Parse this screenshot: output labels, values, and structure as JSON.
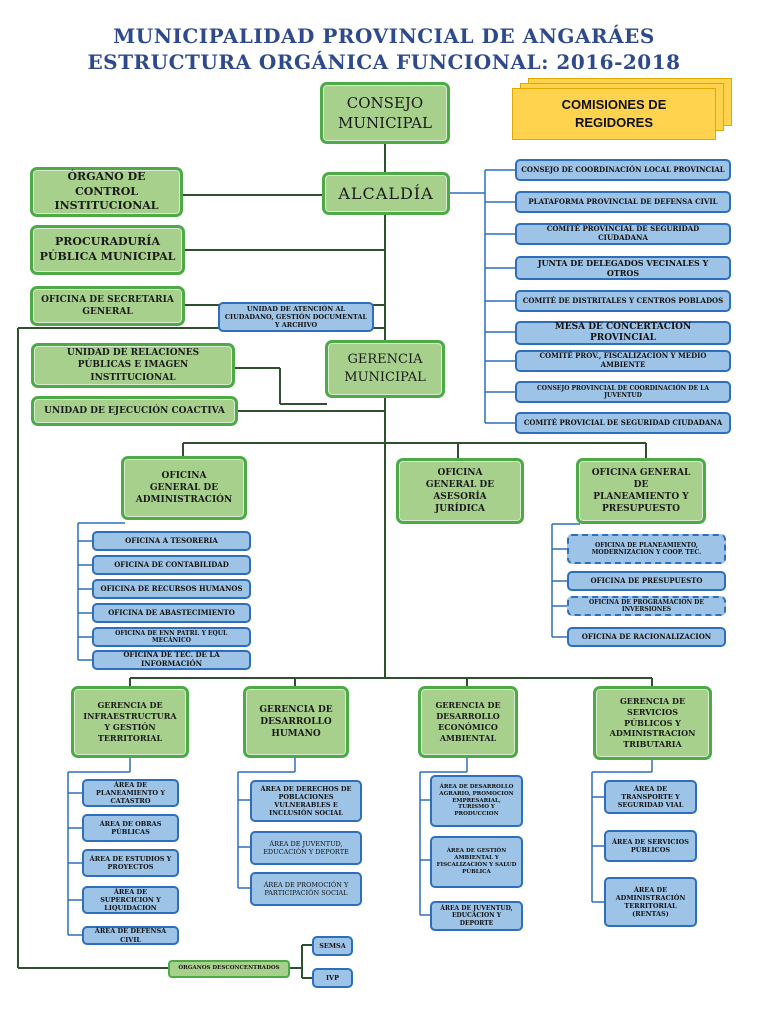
{
  "header": {
    "title1": "MUNICIPALIDAD PROVINCIAL DE ANGARÁES",
    "title2": "ESTRUCTURA ORGÁNICA FUNCIONAL: 2016-2018"
  },
  "top": {
    "consejo": "CONSEJO MUNICIPAL",
    "comisiones": "COMISIONES DE REGIDORES",
    "alcaldia": "ALCALDÍA",
    "organo_control": "ÓRGANO DE CONTROL INSTITUCIONAL",
    "procuraduria": "PROCURADURÍA PÚBLICA MUNICIPAL",
    "secretaria": "OFICINA DE SECRETARIA GENERAL",
    "atencion": "UNIDAD DE ATENCIÓN AL CIUDADANO, GESTIÓN DOCUMENTAL Y ARCHIVO",
    "relaciones": "UNIDAD DE RELACIONES PÚBLICAS E IMAGEN INSTITUCIONAL",
    "coactiva": "UNIDAD DE EJECUCIÓN COACTIVA",
    "gerencia": "GERENCIA MUNICIPAL"
  },
  "comites": [
    "CONSEJO DE COORDINACIÓN LOCAL PROVINCIAL",
    "PLATAFORMA PROVINCIAL DE DEFENSA CIVIL",
    "COMITÉ PROVINCIAL DE SEGURIDAD CIUDADANA",
    "JUNTA DE DELEGADOS VECINALES Y OTROS",
    "COMITÉ DE DISTRITALES Y CENTROS POBLADOS",
    "MESA DE CONCERTACION PROVINCIAL",
    "COMITÉ PROV., FISCALIZACION Y MEDIO AMBIENTE",
    "CONSEJO PROVINCIAL DE COORDINACIÓN DE LA JUVENTUD",
    "COMITÉ PROVICIAL DE SEGURIDAD CIUDADANA"
  ],
  "oficinas_generales": {
    "administracion": "OFICINA GENERAL DE ADMINISTRACIÓN",
    "asesoria": "OFICINA GENERAL DE ASESORÍA JURÍDICA",
    "planeamiento": "OFICINA GENERAL DE PLANEAMIENTO Y PRESUPUESTO"
  },
  "admin_units": [
    "OFICINA A TESORERIA",
    "OFICINA DE CONTABILIDAD",
    "OFICINA DE RECURSOS HUMANOS",
    "OFICINA DE ABASTECIMIENTO",
    "OFICINA DE ENN PATRI. Y EQUI. MECÁNICO",
    "OFICINA DE TEC. DE LA INFORMACIÓN"
  ],
  "plan_units": [
    "OFICINA DE PLANEAMIENTO, MODERNIZACION Y COOP. TEC.",
    "OFICINA DE PRESUPUESTO",
    "OFICINA DE PROGRAMACION DE INVERSIONES",
    "OFICINA DE RACIONALIZACION"
  ],
  "gerencias": [
    "GERENCIA DE INFRAESTRUCTURA Y GESTIÓN TERRITORIAL",
    "GERENCIA DE DESARROLLO HUMANO",
    "GERENCIA DE DESARROLLO ECONÓMICO AMBIENTAL",
    "GERENCIA DE SERVICIOS PÚBLICOS Y ADMINISTRACION TRIBUTARIA"
  ],
  "infra_units": [
    "ÁREA DE PLANEAMIENTO Y CATASTRO",
    "ÁREA DE OBRAS PÚBLICAS",
    "ÁREA DE ESTUDIOS Y PROYECTOS",
    "ÁREA DE SUPERCICION Y LIQUIDACION",
    "ÁREA DE DEFENSA CIVIL"
  ],
  "humano_units": [
    "ÁREA DE DERECHOS DE POBLACIONES VULNERABLES E INCLUSIÓN SOCIAL",
    "ÁREA DE JUVENTUD, EDUCACIÓN Y DEPORTE",
    "ÁREA DE PROMOCIÓN Y PARTICIPACIÓN SOCIAL"
  ],
  "economico_units": [
    "ÁREA DE DESARROLLO AGRARIO, PROMOCION EMPRESARIAL, TURISMO Y PRODUCCION",
    "ÁREA DE GESTIÓN AMBIENTAL Y FISCALIZACIÓN Y SALUD PÚBLICA",
    "ÁREA DE JUVENTUD, EDUCACION Y DEPORTE"
  ],
  "servicios_units": [
    "ÁREA DE TRANSPORTE Y SEGURIDAD VIAL",
    "ÁREA DE SERVICIOS PÚBLICOS",
    "ÁREA DE ADMINISTRACIÓN TERRITORIAL (RENTAS)"
  ],
  "desconcentrados": {
    "label": "ÓRGANOS DESCONCENTRADOS",
    "items": [
      "SEMSA",
      "IVP"
    ]
  }
}
